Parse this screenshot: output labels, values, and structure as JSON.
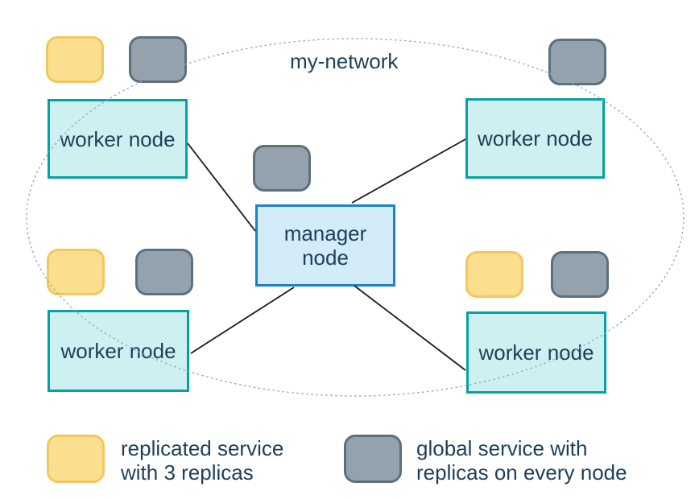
{
  "diagram": {
    "network": {
      "label": "my-network"
    },
    "manager": {
      "lines": [
        "manager",
        "node"
      ]
    },
    "workers": [
      {
        "position": "top-left",
        "label": "worker node"
      },
      {
        "position": "top-right",
        "label": "worker node"
      },
      {
        "position": "bottom-left",
        "label": "worker node"
      },
      {
        "position": "bottom-right",
        "label": "worker node"
      }
    ],
    "services": {
      "replicated_count": 3,
      "global_count": 5
    }
  },
  "legend": {
    "replicated": {
      "lines": [
        "replicated service",
        "with 3 replicas"
      ]
    },
    "global": {
      "lines": [
        "global service with",
        "replicas on every node"
      ]
    }
  },
  "colors": {
    "replicated_service_fill": "#fcdf8e",
    "replicated_service_border": "#f3c75f",
    "global_service_fill": "#94a2ae",
    "global_service_border": "#5e6f7d",
    "worker_node_fill": "#cff0f0",
    "worker_node_border": "#04a2a6",
    "manager_node_fill": "#d4ebf9",
    "manager_node_border": "#1884c6",
    "text": "#1e3f5a",
    "network_boundary_dash": "#9aa9b8",
    "connector_line": "#1a1a1a"
  }
}
